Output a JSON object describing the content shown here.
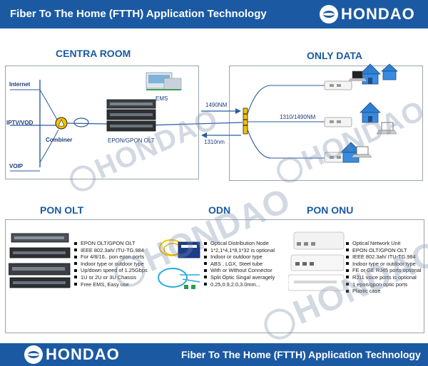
{
  "header": {
    "title": "Fiber To The Home (FTTH)  Application Technology",
    "brand": "HONDAO"
  },
  "footer": {
    "brand": "HONDAO",
    "title": "Fiber To The Home (FTTH)  Application Technology"
  },
  "top_section": {
    "central_room_title": "CENTRA ROOM",
    "only_data_title": "ONLY DATA",
    "inputs": [
      "Internet",
      "IPTV/VOD",
      "VOIP"
    ],
    "combiner_label": "Combiner",
    "ems_label": "EMS",
    "olt_label": "EPON/GPON OLT",
    "downstream_label": "1490NM",
    "upstream_label": "1310nm",
    "splitter_label": "1310/1490NM"
  },
  "bottom_section": {
    "pon_olt": {
      "title": "PON OLT",
      "features": [
        "EPON OLT/GPON OLT",
        "IEEE 802.3ah/ ITU-TG.984",
        "For 4/8/16.. pon epon ports",
        "Indoor type or outdoor type",
        "Up/down speed of 1.25Gbps",
        "1U or 2U or 3U Chassis",
        "Free EMS, Easy use"
      ]
    },
    "odn": {
      "title": "ODN",
      "features": [
        "Optical Distribution Node",
        "1*2,1*4,1*8,1*32 is optional",
        "Indoor or outdoor type",
        "ABS , LGX, Steel tube",
        "With or Without Connector",
        "Split Optic Singal averagely",
        "0.25,0.9,2.0,3.0mm..."
      ]
    },
    "pon_onu": {
      "title": "PON ONU",
      "features": [
        "Optical Network Unit",
        "EPON OLT/GPON OLT",
        "IEEE 802.3ah/ ITU-TG.984",
        "Indoor type or outdoor type",
        "FE or GE RJ45 ports optional",
        "RJ11 voice ports is optional",
        "1 epon/gpon optic ports",
        "Plastic case"
      ]
    }
  },
  "watermark": "HONDAO",
  "colors": {
    "brand_blue": "#1b5aa3",
    "line_blue": "#2c5aa0",
    "house_blue": "#2f7fd1",
    "splitter_yellow": "#f2c200"
  }
}
